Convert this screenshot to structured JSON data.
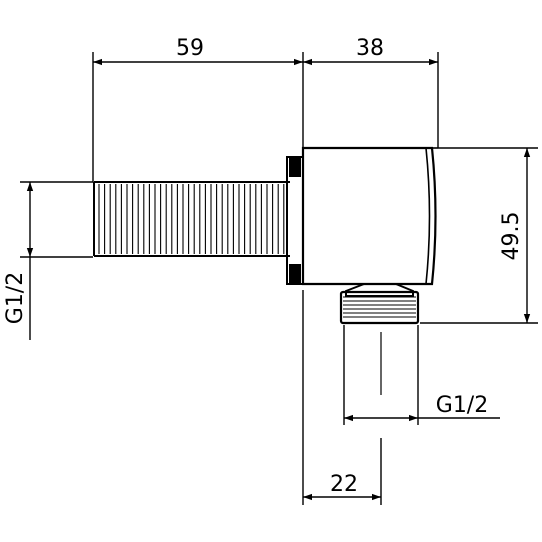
{
  "dimensions": {
    "width_thread_length": "59",
    "width_body": "38",
    "height_body": "49.5",
    "outlet_offset": "22",
    "thread_left": "G1/2",
    "thread_outlet": "G1/2"
  }
}
